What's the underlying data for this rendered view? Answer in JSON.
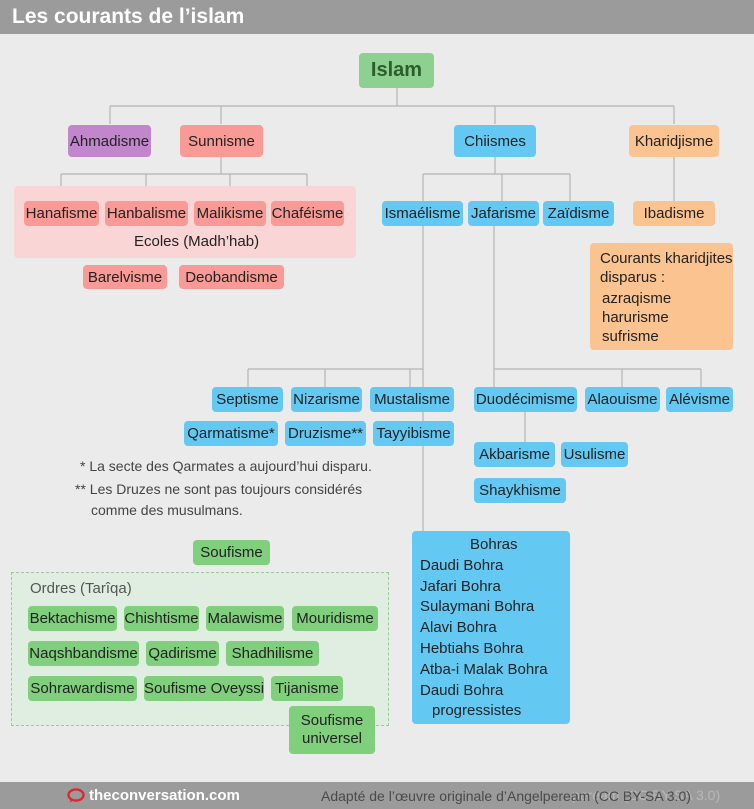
{
  "title": "Les courants de l’islam",
  "nodes": {
    "islam": "Islam",
    "ahmadisme": "Ahmadisme",
    "sunnisme": "Sunnisme",
    "chiismes": "Chiismes",
    "kharidjisme": "Kharidjisme",
    "hanafisme": "Hanafisme",
    "hanbalisme": "Hanbalisme",
    "malikisme": "Malikisme",
    "chafeisme": "Chaféisme",
    "ecoles": "Ecoles (Madh’hab)",
    "barelvisme": "Barelvisme",
    "deobandisme": "Deobandisme",
    "ismaelisme": "Ismaélisme",
    "jafarisme": "Jafarisme",
    "zaidisme": "Zaïdisme",
    "ibadisme": "Ibadisme",
    "septisme": "Septisme",
    "nizarisme": "Nizarisme",
    "mustalisme": "Mustalisme",
    "qarmatisme": "Qarmatisme*",
    "druzisme": "Druzisme**",
    "tayyibisme": "Tayyibisme",
    "duodecimisme": "Duodécimisme",
    "alaouisme": "Alaouisme",
    "alevisme": "Alévisme",
    "akbarisme": "Akbarisme",
    "usulisme": "Usulisme",
    "shaykhisme": "Shaykhisme",
    "soufisme": "Soufisme",
    "ordres": "Ordres (Tarîqa)",
    "bektachisme": "Bektachisme",
    "chishtisme": "Chishtisme",
    "malawisme": "Malawisme",
    "mouridisme": "Mouridisme",
    "naqshbandisme": "Naqshbandisme",
    "qadirisme": "Qadirisme",
    "shadhilisme": "Shadhilisme",
    "sohrawardisme": "Sohrawardisme",
    "soufisme_oveyssi": "Soufisme Oveyssi",
    "tijanisme": "Tijanisme",
    "soufisme_universel_1": "Soufisme",
    "soufisme_universel_2": "universel"
  },
  "kharidjites_disparus": {
    "heading_1": "Courants kharidjites",
    "heading_2": "disparus :",
    "items": [
      "azraqisme",
      "harurisme",
      "sufrisme"
    ]
  },
  "bohras": {
    "heading": "Bohras",
    "items": [
      "Daudi Bohra",
      "Jafari Bohra",
      "Sulaymani Bohra",
      "Alavi Bohra",
      "Hebtiahs Bohra",
      "Atba-i Malak Bohra",
      "Daudi Bohra",
      "progressistes"
    ]
  },
  "notes": {
    "qarmates": "* La secte des Qarmates a aujourd’hui disparu.",
    "druzes_1": "** Les Druzes ne sont pas toujours considérés",
    "druzes_2": "comme des musulmans."
  },
  "footer": {
    "brand": "theconversation.com",
    "credit": "Adapté de l’œuvre originale d’Angelpeream (CC BY-SA 3.0)",
    "credit_ghost": "peream (CC BY-SA 3.0)"
  },
  "colors": {
    "green": "#8dd08f",
    "red": "#f99a97",
    "purple": "#c286cc",
    "blue": "#63c9f3",
    "orange": "#fbc38f",
    "line": "#b3b3b3",
    "logo": "#e0282e"
  }
}
